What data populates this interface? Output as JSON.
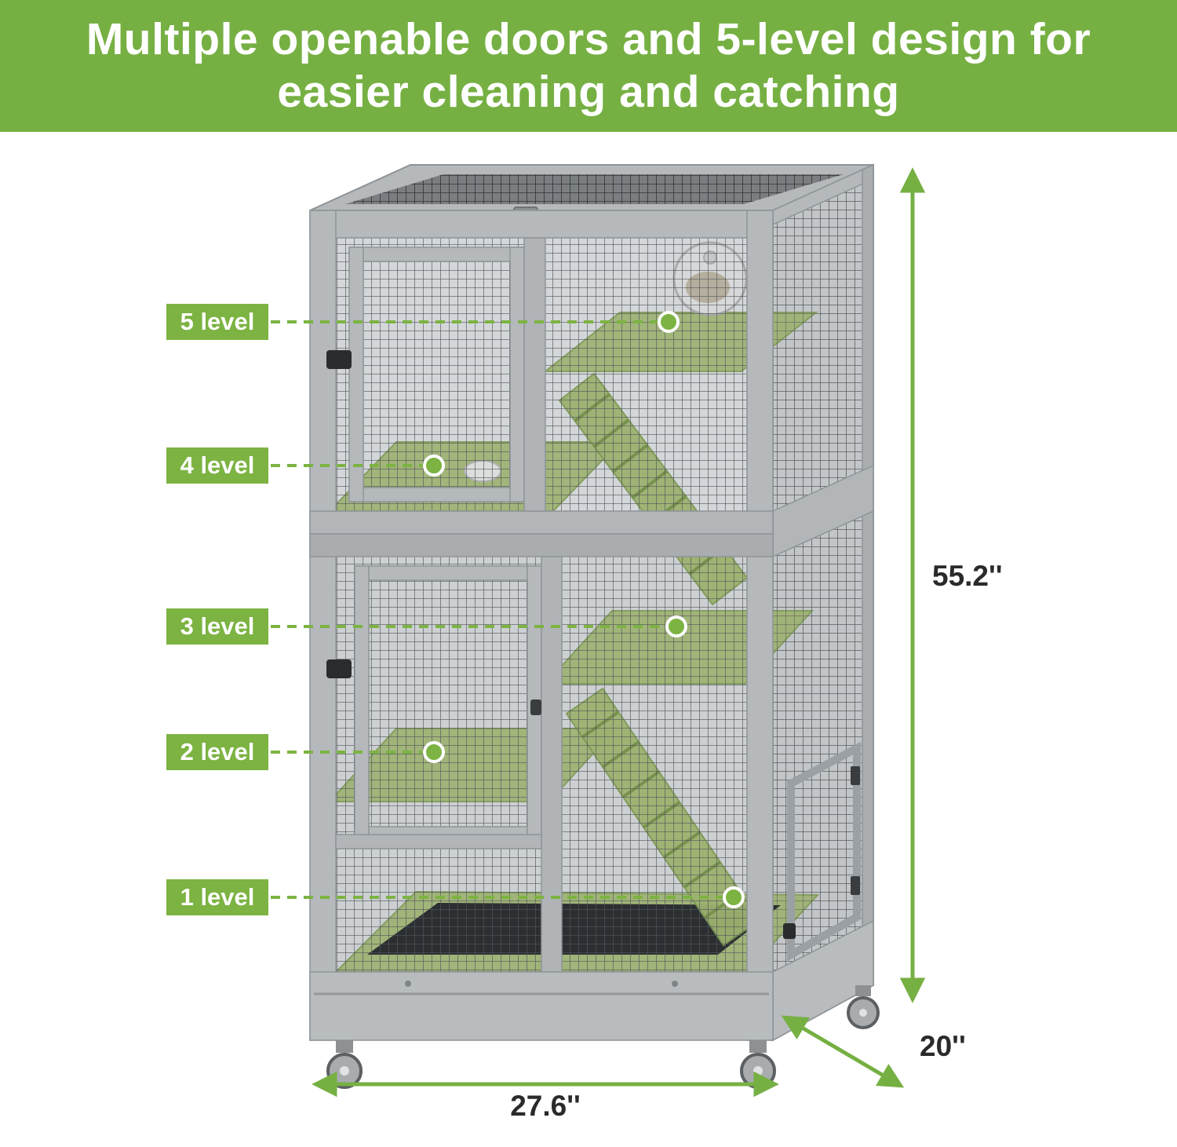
{
  "header": {
    "line1": "Multiple openable doors and 5-level design for",
    "line2": "easier cleaning and catching"
  },
  "levels": [
    {
      "label": "5 level"
    },
    {
      "label": "4 level"
    },
    {
      "label": "3 level"
    },
    {
      "label": "2 level"
    },
    {
      "label": "1 level"
    }
  ],
  "dimensions": {
    "height": "55.2''",
    "width": "27.6''",
    "depth": "20''"
  },
  "colors": {
    "accent_green": "#76b043",
    "badge_green": "#7cb342",
    "shelf_green": "#9db270",
    "frame_gray": "#b5b9bc",
    "mesh_gray": "#52565a",
    "dimension_text": "#2a2a2a"
  }
}
